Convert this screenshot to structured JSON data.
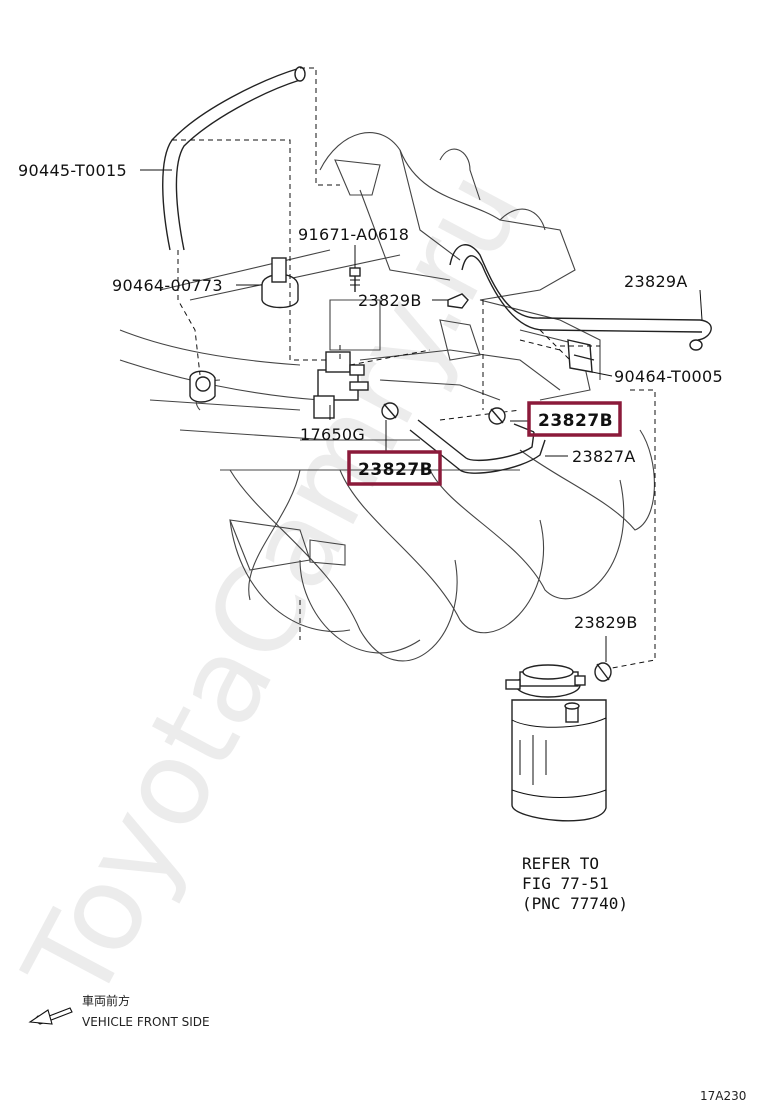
{
  "watermark": "ToyotaCamry.ru",
  "labels": {
    "hose_upper": "90445-T0015",
    "bolt": "91671-A0618",
    "clamp_left": "90464-00773",
    "clip_upper_mid": "23829B",
    "hose_right": "23829A",
    "clamp_right": "90464-T0005",
    "vsv": "17650G",
    "clip_hl_right": "23827B",
    "clip_hl_left": "23827B",
    "hose_lower": "23827A",
    "clip_canister": "23829B"
  },
  "refer": {
    "line1": "REFER TO",
    "line2": "FIG 77-51",
    "line3": "(PNC 77740)"
  },
  "direction": {
    "jp": "車両前方",
    "en": "VEHICLE FRONT SIDE"
  },
  "figure_code": "17A230",
  "highlight_color": "#8b1a3a"
}
